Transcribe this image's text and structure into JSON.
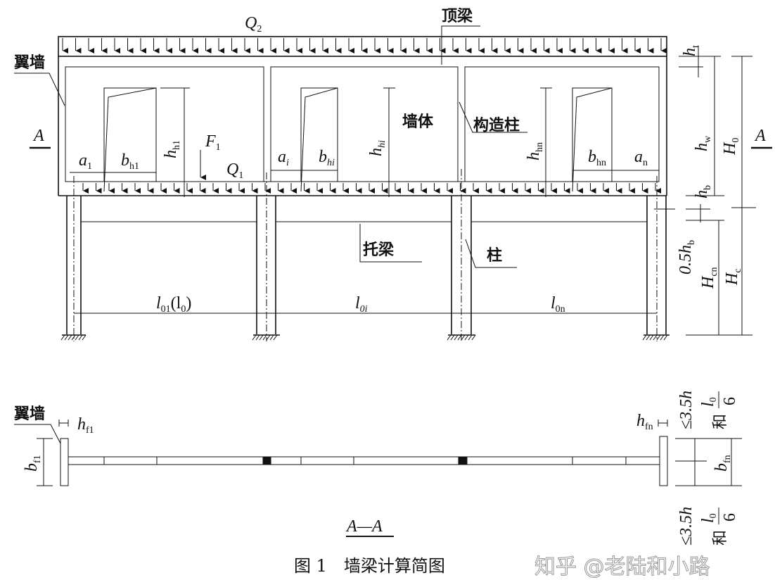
{
  "labels": {
    "wing_wall": "翼墙",
    "top_beam": "顶梁",
    "wall_body": "墙体",
    "constructional_column": "构造柱",
    "supporting_beam": "托梁",
    "column": "柱",
    "section_mark": "A",
    "section_title": "A—A",
    "caption": "图 1　墙梁计算简图",
    "watermark": "知乎 @老陆和小路"
  },
  "symbols": {
    "Q2": {
      "main": "Q",
      "sub": "2"
    },
    "Q1": {
      "main": "Q",
      "sub": "1"
    },
    "F1": {
      "main": "F",
      "sub": "1"
    },
    "a1": {
      "main": "a",
      "sub": "1"
    },
    "bh1": {
      "main": "b",
      "sub": "h1"
    },
    "hh1": {
      "main": "h",
      "sub": "h1"
    },
    "ai": {
      "main": "a",
      "sub": "i"
    },
    "bhi": {
      "main": "b",
      "sub": "hi"
    },
    "hhi": {
      "main": "h",
      "sub": "hi"
    },
    "bhn": {
      "main": "b",
      "sub": "hn"
    },
    "hhn": {
      "main": "h",
      "sub": "hn"
    },
    "an": {
      "main": "a",
      "sub": "n"
    },
    "ht": {
      "main": "h",
      "sub": "t"
    },
    "hw": {
      "main": "h",
      "sub": "w"
    },
    "hb": {
      "main": "h",
      "sub": "b"
    },
    "H0": {
      "main": "H",
      "sub": "0"
    },
    "half_hb": {
      "main": "0.5h",
      "sub": "b"
    },
    "Hcn": {
      "main": "H",
      "sub": "cn"
    },
    "Hc": {
      "main": "H",
      "sub": "c"
    },
    "l01": {
      "main": "l",
      "sub": "01",
      "suffix": "(l",
      "suffix_sub": "0",
      "close": ")"
    },
    "l0i": {
      "main": "l",
      "sub": "0i"
    },
    "l0n": {
      "main": "l",
      "sub": "0n"
    },
    "hf1": {
      "main": "h",
      "sub": "f1"
    },
    "bf1": {
      "main": "b",
      "sub": "f1"
    },
    "hfn": {
      "main": "h",
      "sub": "fn"
    },
    "bfn": {
      "main": "b",
      "sub": "fn"
    },
    "limit": {
      "text": "≤3.5h",
      "and": "和",
      "frac_num": "l",
      "frac_num_sub": "0",
      "frac_den": "6"
    }
  }
}
